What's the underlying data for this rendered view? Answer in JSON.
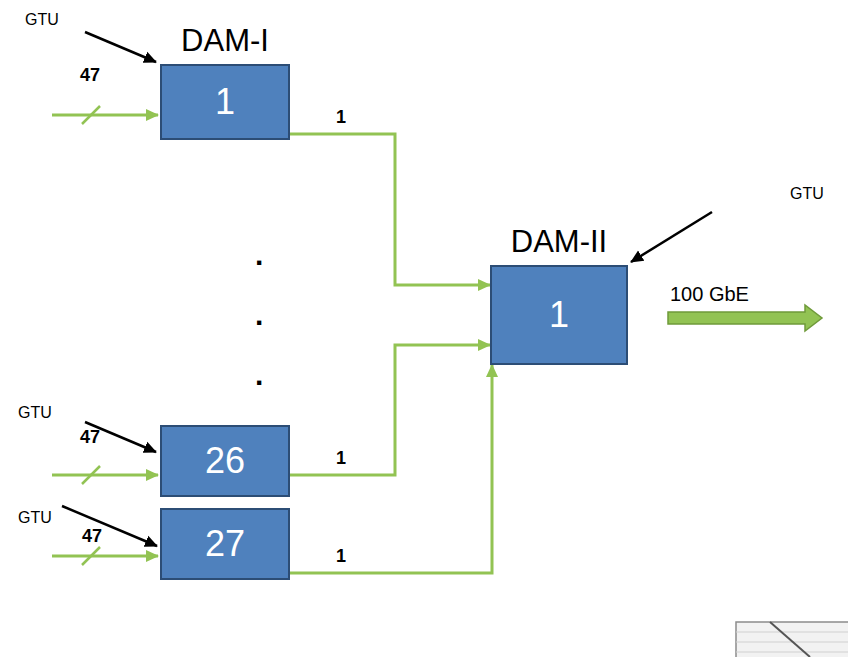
{
  "diagram": {
    "nodes": [
      {
        "text": [
          "DAM-I",
          "1"
        ]
      },
      {
        "text": [
          "26"
        ]
      },
      {
        "text": [
          "27"
        ]
      },
      {
        "text": [
          "DAM-II",
          "1"
        ]
      }
    ],
    "edges": [
      {
        "from": 0,
        "to": 3,
        "label": "1",
        "arrow": "to"
      },
      {
        "from": 1,
        "to": 3,
        "label": "1",
        "arrow": "to"
      },
      {
        "from": 2,
        "to": 3,
        "label": "1",
        "arrow": "to"
      }
    ],
    "labels": [
      "GTU",
      "47",
      ".",
      ".",
      ".",
      "GTU",
      "100 GbE",
      "GTU",
      "47",
      "GTU",
      "47"
    ]
  }
}
